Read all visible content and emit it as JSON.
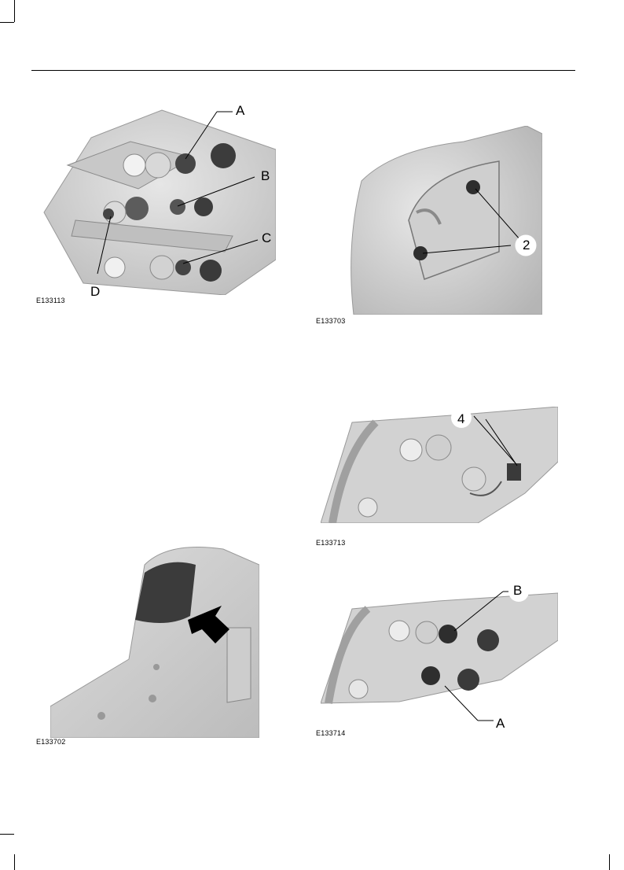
{
  "figures": [
    {
      "id": "fig1",
      "code": "E133113",
      "callouts": [
        "A",
        "B",
        "C",
        "D"
      ]
    },
    {
      "id": "fig2",
      "code": "E133703",
      "callouts": [
        "2"
      ]
    },
    {
      "id": "fig3",
      "code": "E133713",
      "callouts": [
        "4"
      ]
    },
    {
      "id": "fig4",
      "code": "E133702",
      "callouts": []
    },
    {
      "id": "fig5",
      "code": "E133714",
      "callouts": [
        "B",
        "A"
      ]
    }
  ],
  "colors": {
    "illustration_gray": "#d4d4d4",
    "dark_part": "#3a3a3a",
    "line": "#000000"
  }
}
